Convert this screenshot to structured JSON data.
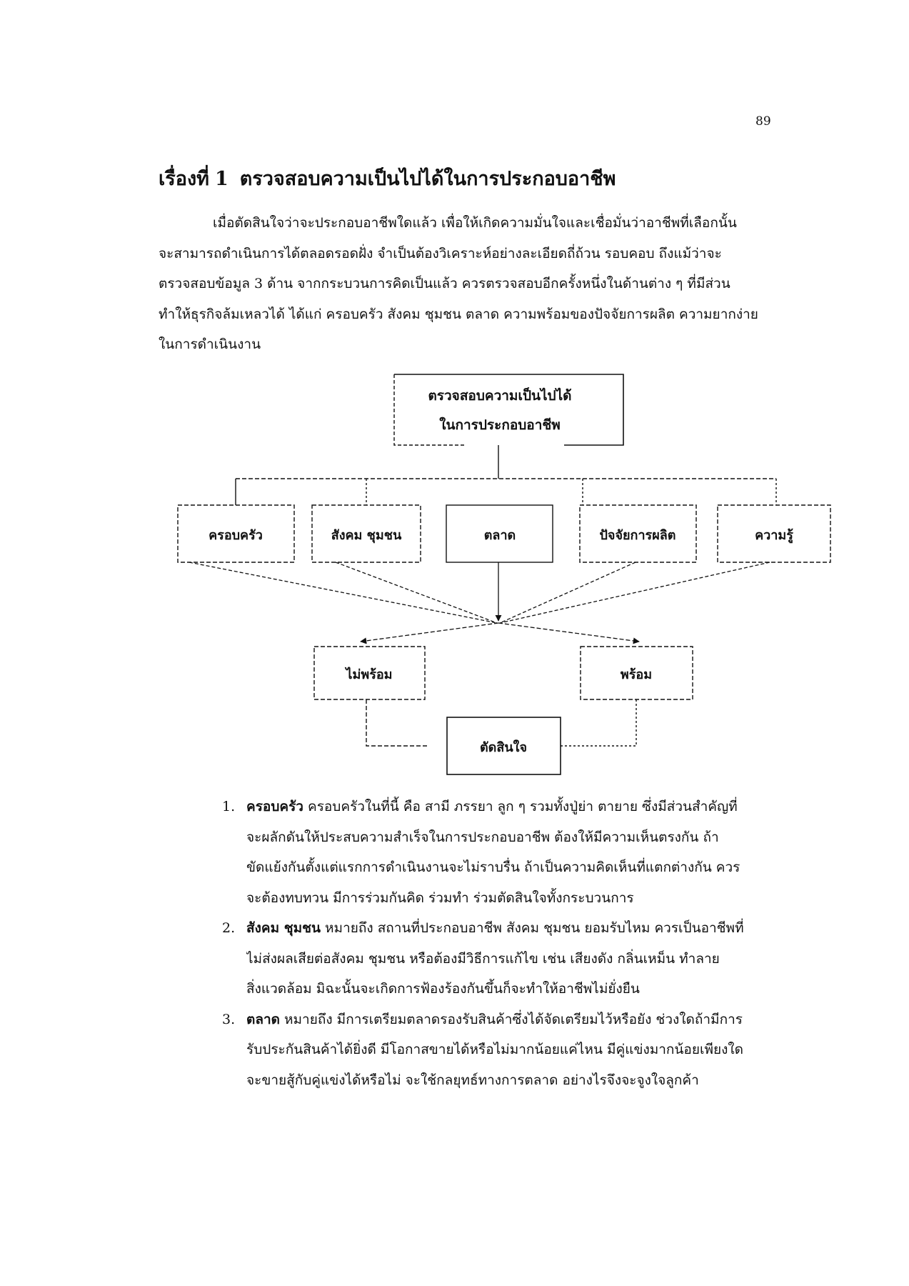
{
  "page_number": "89",
  "heading": {
    "prefix": "เรื่องที่",
    "number": "1",
    "title": "ตรวจสอบความเป็นไปได้ในการประกอบอาชีพ"
  },
  "intro_lines": [
    "เมื่อตัดสินใจว่าจะประกอบอาชีพใดแล้ว เพื่อให้เกิดความมั่นใจและเชื่อมั่นว่าอาชีพที่เลือกนั้น",
    "จะสามารถดำเนินการได้ตลอดรอดฝั่ง จำเป็นต้องวิเคราะห์อย่างละเอียดถี่ถ้วน รอบคอบ ถึงแม้ว่าจะ",
    "ตรวจสอบข้อมูล 3 ด้าน จากกระบวนการคิดเป็นแล้ว ควรตรวจสอบอีกครั้งหนึ่งในด้านต่าง ๆ ที่มีส่วน",
    "ทำให้ธุรกิจล้มเหลวได้ ได้แก่ ครอบครัว สังคม ชุมชน ตลาด ความพร้อมของปัจจัยการผลิต ความยากง่าย",
    "ในการดำเนินงาน"
  ],
  "diagram": {
    "top_line1": "ตรวจสอบความเป็นไปได้",
    "top_line2": "ในการประกอบอาชีพ",
    "factors": [
      "ครอบครัว",
      "สังคม ชุมชน",
      "ตลาด",
      "ปัจจัยการผลิต",
      "ความรู้"
    ],
    "not_ready": "ไม่พร้อม",
    "ready": "พร้อม",
    "decide": "ตัดสินใจ"
  },
  "items": [
    {
      "num": "1.",
      "term": "ครอบครัว",
      "lines": [
        "ครอบครัวในที่นี้ คือ สามี ภรรยา ลูก ๆ รวมทั้งปู่ย่า ตายาย ซึ่งมีส่วนสำคัญที่",
        "จะผลักดันให้ประสบความสำเร็จในการประกอบอาชีพ ต้องให้มีความเห็นตรงกัน ถ้า",
        "ขัดแย้งกันตั้งแต่แรกการดำเนินงานจะไม่ราบรื่น ถ้าเป็นความคิดเห็นที่แตกต่างกัน ควร",
        "จะต้องทบทวน มีการร่วมกันคิด ร่วมทำ ร่วมตัดสินใจทั้งกระบวนการ"
      ]
    },
    {
      "num": "2.",
      "term": "สังคม ชุมชน",
      "lines": [
        "หมายถึง สถานที่ประกอบอาชีพ สังคม ชุมชน ยอมรับไหม ควรเป็นอาชีพที่",
        "ไม่ส่งผลเสียต่อสังคม ชุมชน หรือต้องมีวิธีการแก้ไข เช่น เสียงดัง กลิ่นเหม็น ทำลาย",
        "สิ่งแวดล้อม มิฉะนั้นจะเกิดการฟ้องร้องกันขึ้นก็จะทำให้อาชีพไม่ยั่งยืน"
      ]
    },
    {
      "num": "3.",
      "term": "ตลาด",
      "lines": [
        "หมายถึง มีการเตรียมตลาดรองรับสินค้าซึ่งได้จัดเตรียมไว้หรือยัง ช่วงใดถ้ามีการ",
        "รับประกันสินค้าได้ยิ่งดี มีโอกาสขายได้หรือไม่มากน้อยแค่ไหน มีคู่แข่งมากน้อยเพียงใด",
        "จะขายสู้กับคู่แข่งได้หรือไม่ จะใช้กลยุทธ์ทางการตลาด อย่างไรจึงจะจูงใจลูกค้า"
      ]
    }
  ]
}
